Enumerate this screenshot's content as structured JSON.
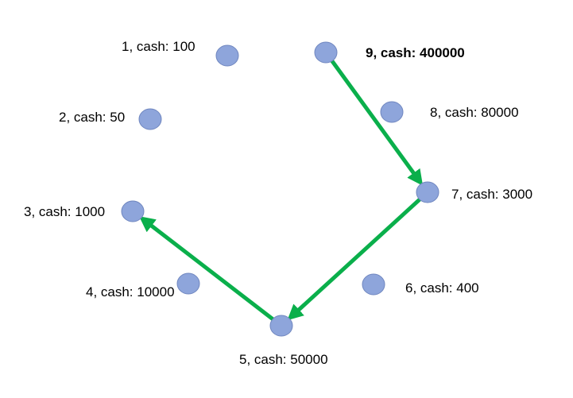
{
  "colors": {
    "node_fill": "#8EA5DB",
    "node_stroke": "#6F86BF",
    "arrow": "#0AAF4B",
    "text": "#000000"
  },
  "nodes": [
    {
      "id": 1,
      "label": "1, cash: 100",
      "bold": false
    },
    {
      "id": 2,
      "label": "2, cash: 50",
      "bold": false
    },
    {
      "id": 3,
      "label": "3, cash: 1000",
      "bold": false
    },
    {
      "id": 4,
      "label": "4, cash: 10000",
      "bold": false
    },
    {
      "id": 5,
      "label": "5, cash: 50000",
      "bold": false
    },
    {
      "id": 6,
      "label": "6, cash: 400",
      "bold": false
    },
    {
      "id": 7,
      "label": "7, cash: 3000",
      "bold": false
    },
    {
      "id": 8,
      "label": "8, cash: 80000",
      "bold": false
    },
    {
      "id": 9,
      "label": "9, cash: 400000",
      "bold": true
    }
  ],
  "edges": [
    {
      "from": 9,
      "to": 7
    },
    {
      "from": 7,
      "to": 5
    },
    {
      "from": 5,
      "to": 3
    }
  ]
}
